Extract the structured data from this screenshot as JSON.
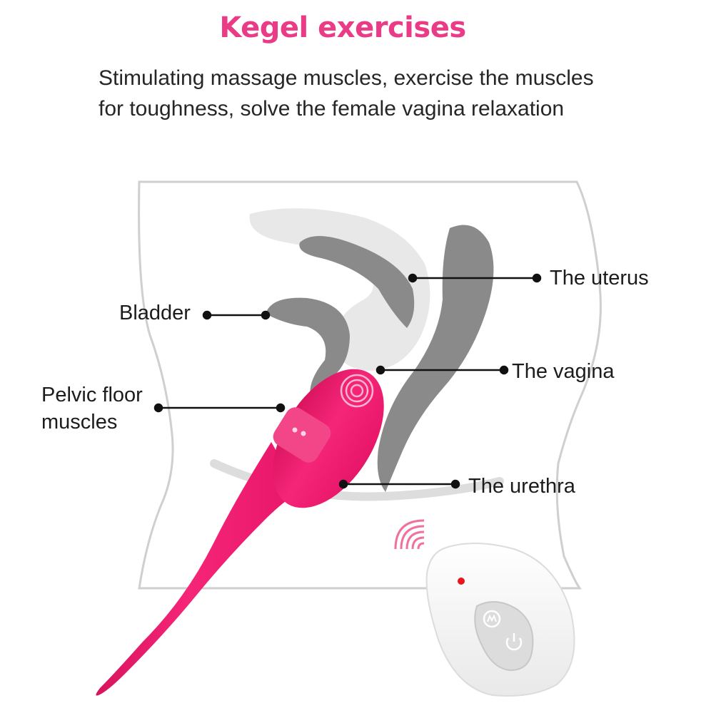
{
  "header": {
    "title": "Kegel exercises",
    "description_line1": "Stimulating massage muscles, exercise the muscles",
    "description_line2": "for toughness, solve the female vagina relaxation"
  },
  "labels": {
    "uterus": "The uterus",
    "bladder": "Bladder",
    "vagina": "The vagina",
    "pelvic_floor_line1": "Pelvic floor",
    "pelvic_floor_line2": "muscles",
    "urethra": "The urethra"
  },
  "icons": {
    "egg_touch": "ripple-rings-icon",
    "egg_lights": "indicator-dots-icon",
    "signal": "wireless-signal-icon",
    "remote_mode": "mode-button-icon",
    "remote_power": "power-icon",
    "remote_led": "red-led-icon"
  },
  "colors": {
    "title": "#ea3c86",
    "device": "#f0206f",
    "organ": "#8a8a8a",
    "organ_light": "#e8e8e8",
    "outline": "#cfcfcf",
    "led": "#e8141e"
  }
}
